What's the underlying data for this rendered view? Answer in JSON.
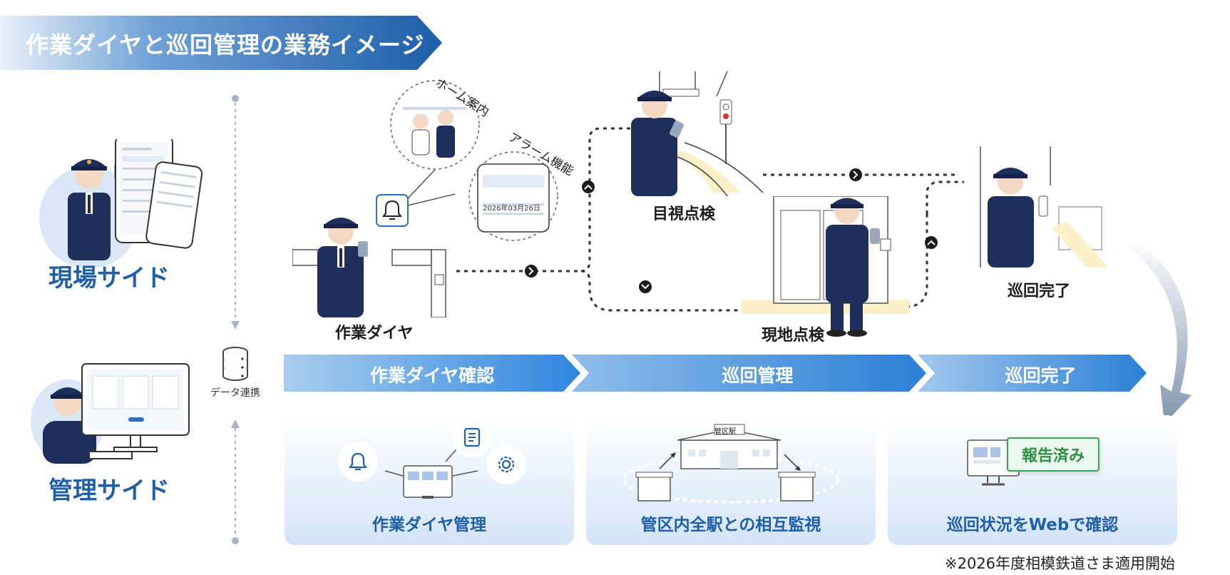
{
  "title": "作業ダイヤと巡回管理の業務イメージ",
  "sides": {
    "field": "現場サイド",
    "admin": "管理サイド"
  },
  "data_link": "データ連携",
  "scenes": {
    "work_diagram": "作業ダイヤ",
    "visual_inspection": "目視点検",
    "onsite_inspection": "現地点検",
    "patrol_complete": "巡回完了"
  },
  "bubbles": {
    "home_guide": "ホーム案内",
    "alarm": "アラーム機能"
  },
  "phases": [
    {
      "label": "作業ダイヤ確認"
    },
    {
      "label": "巡回管理"
    },
    {
      "label": "巡回完了"
    }
  ],
  "panels": [
    {
      "label": "作業ダイヤ管理"
    },
    {
      "label": "管区内全駅との相互監視"
    },
    {
      "label": "巡回状況をWebで確認"
    }
  ],
  "station_sign": "管区駅",
  "report_badge": "報告済み",
  "footnote": "※2026年度相模鉄道さま適用開始",
  "phone_date": "2026年03月26日",
  "colors": {
    "brand_blue": "#1f5fa8",
    "uniform_navy": "#1f2f5c",
    "report_green": "#3aa655"
  }
}
